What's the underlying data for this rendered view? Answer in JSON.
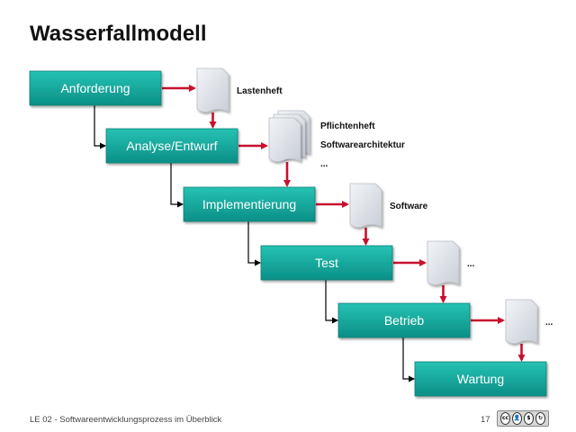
{
  "slide": {
    "title": "Wasserfallmodell",
    "footer": "LE 02 - Softwareentwicklungsprozess im Überblick",
    "page_number": "17"
  },
  "diagram": {
    "phases": [
      {
        "label": "Anforderung"
      },
      {
        "label": "Analyse/Entwurf"
      },
      {
        "label": "Implementierung"
      },
      {
        "label": "Test"
      },
      {
        "label": "Betrieb"
      },
      {
        "label": "Wartung"
      }
    ],
    "artifacts": [
      {
        "lines": [
          "Lastenheft"
        ]
      },
      {
        "lines": [
          "Pflichtenheft",
          "Softwarearchitektur",
          "..."
        ]
      },
      {
        "lines": [
          "Software"
        ]
      },
      {
        "lines": [
          "..."
        ]
      },
      {
        "lines": [
          "..."
        ]
      }
    ]
  },
  "colors": {
    "phase_top": "#26c2b4",
    "phase_bottom": "#0b8f86",
    "artifact_arrow": "#c8102e",
    "flow_line": "#000000"
  },
  "icons": {
    "license": "creative-commons-by-nc-sa-icon"
  }
}
